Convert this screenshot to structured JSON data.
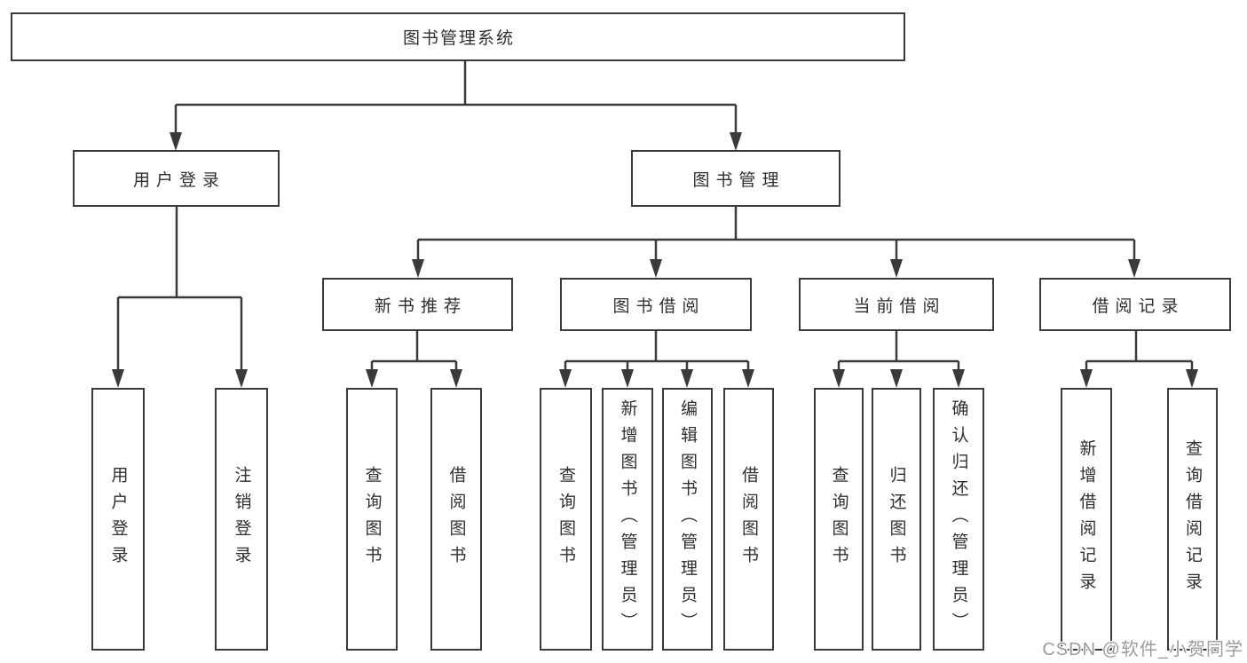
{
  "tree": {
    "label": "图书管理系统",
    "children": [
      {
        "label": "用户登录",
        "children": [
          {
            "label": "用户登录"
          },
          {
            "label": "注销登录"
          }
        ]
      },
      {
        "label": "图书管理",
        "children": [
          {
            "label": "新书推荐",
            "children": [
              {
                "label": "查询图书"
              },
              {
                "label": "借阅图书"
              }
            ]
          },
          {
            "label": "图书借阅",
            "children": [
              {
                "label": "查询图书"
              },
              {
                "label": "新增图书（管理员）"
              },
              {
                "label": "编辑图书（管理员）"
              },
              {
                "label": "借阅图书"
              }
            ]
          },
          {
            "label": "当前借阅",
            "children": [
              {
                "label": "查询图书"
              },
              {
                "label": "归还图书"
              },
              {
                "label": "确认归还（管理员）"
              }
            ]
          },
          {
            "label": "借阅记录",
            "children": [
              {
                "label": "新增借阅记录"
              },
              {
                "label": "查询借阅记录"
              }
            ]
          }
        ]
      }
    ]
  },
  "watermark": {
    "text": "CSDN @软件_小贺同学"
  },
  "colors": {
    "line": "#3a3a3a",
    "box_border": "#3a3a3a",
    "box_background": "#ffffff",
    "text": "#2f2f2f",
    "watermark_text": "#9c9c9c",
    "watermark_halo": "#ffffff"
  }
}
